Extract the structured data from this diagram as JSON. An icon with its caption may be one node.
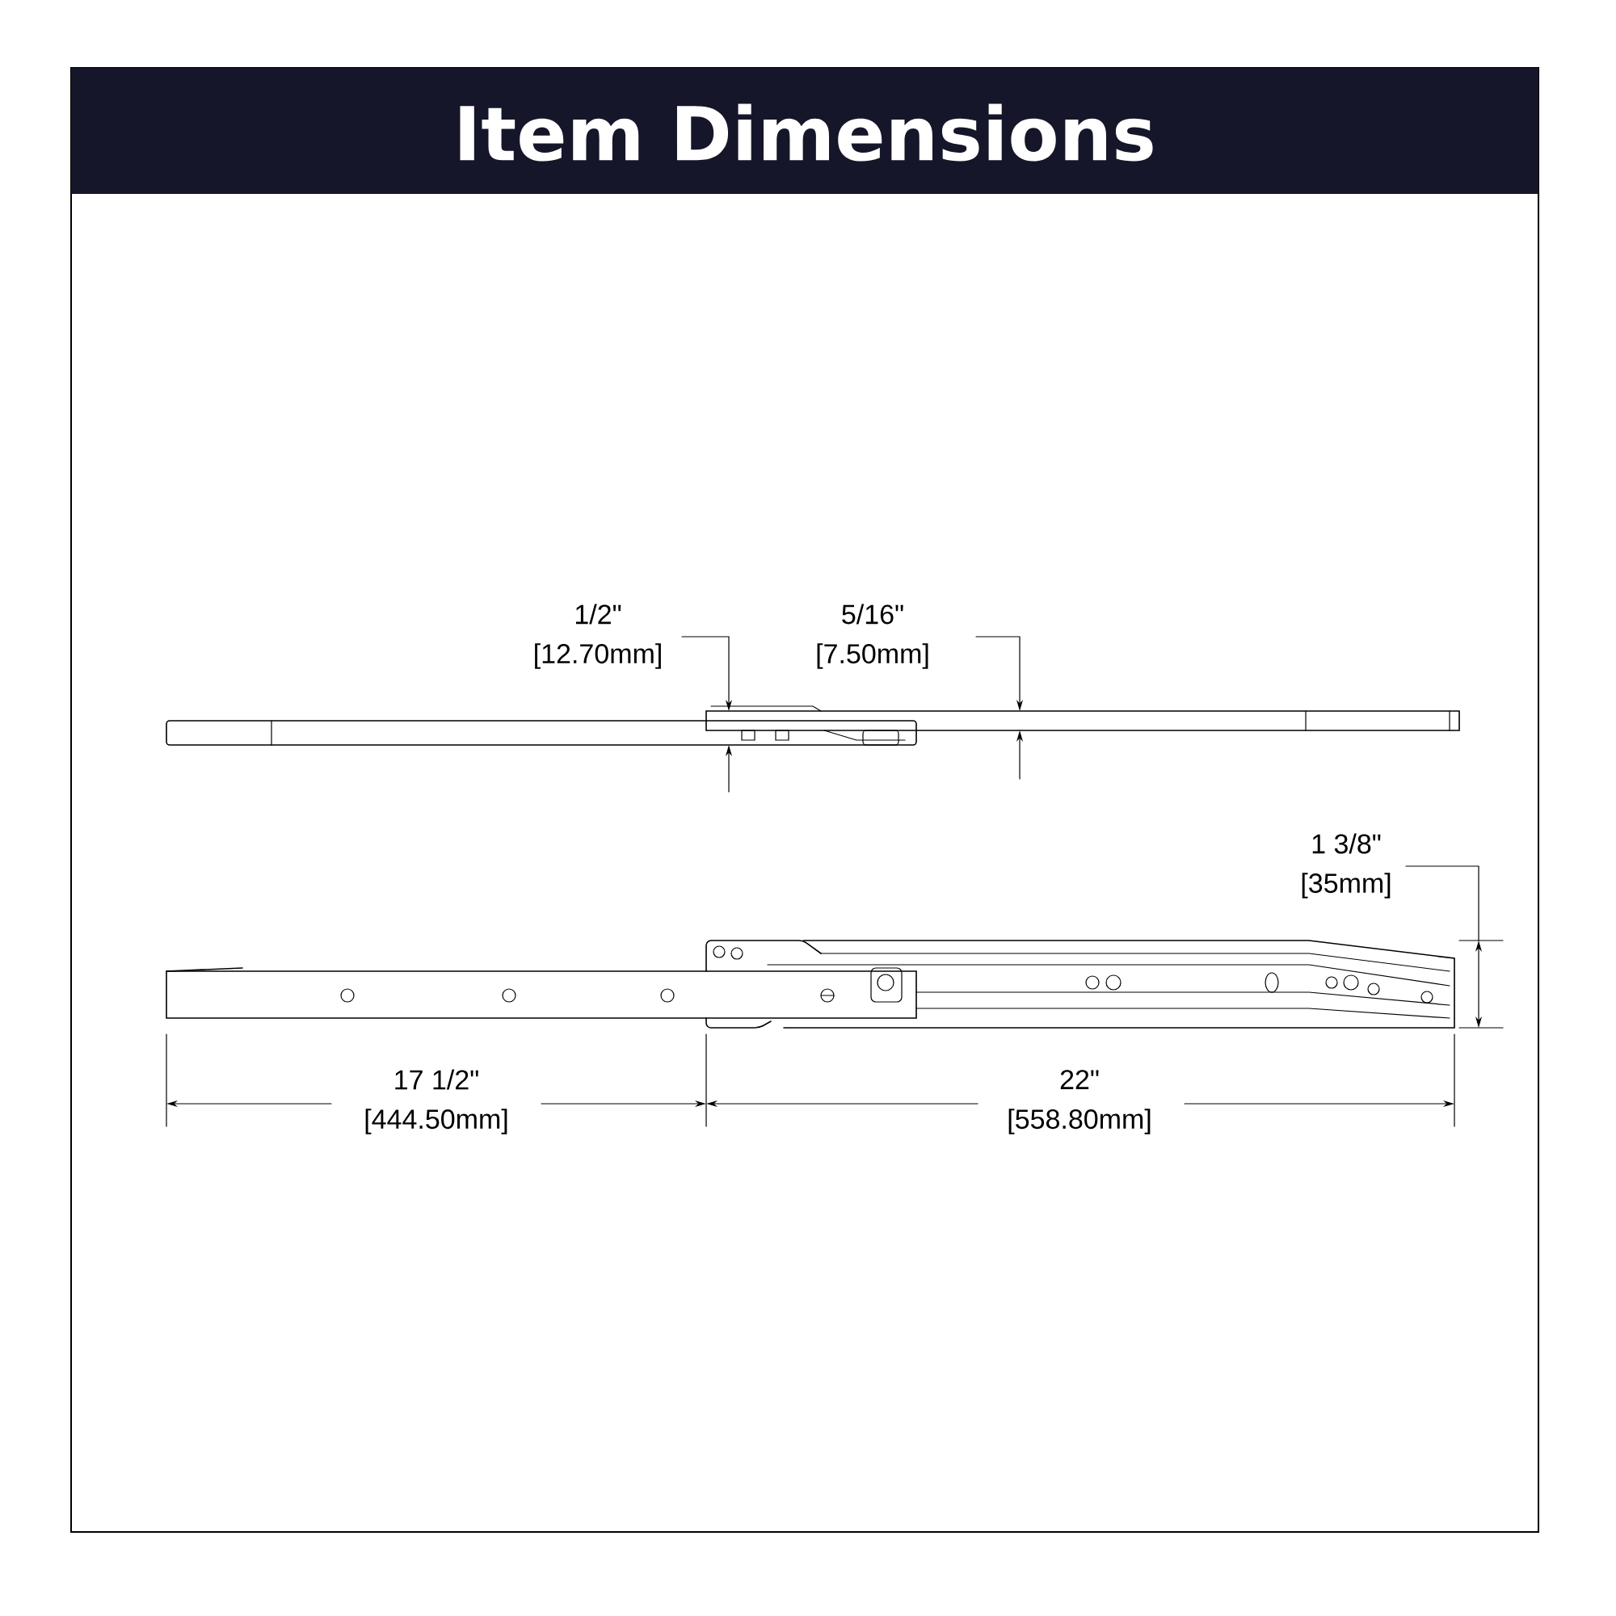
{
  "diagram": {
    "title": "Item Dimensions",
    "labels": [
      "1/2\"",
      "[12.70mm]",
      "5/16\"",
      "[7.50mm]",
      "1 3/8\"",
      "[35mm]",
      "17 1/2\"",
      "[444.50mm]",
      "22\"",
      "[558.80mm]"
    ]
  }
}
